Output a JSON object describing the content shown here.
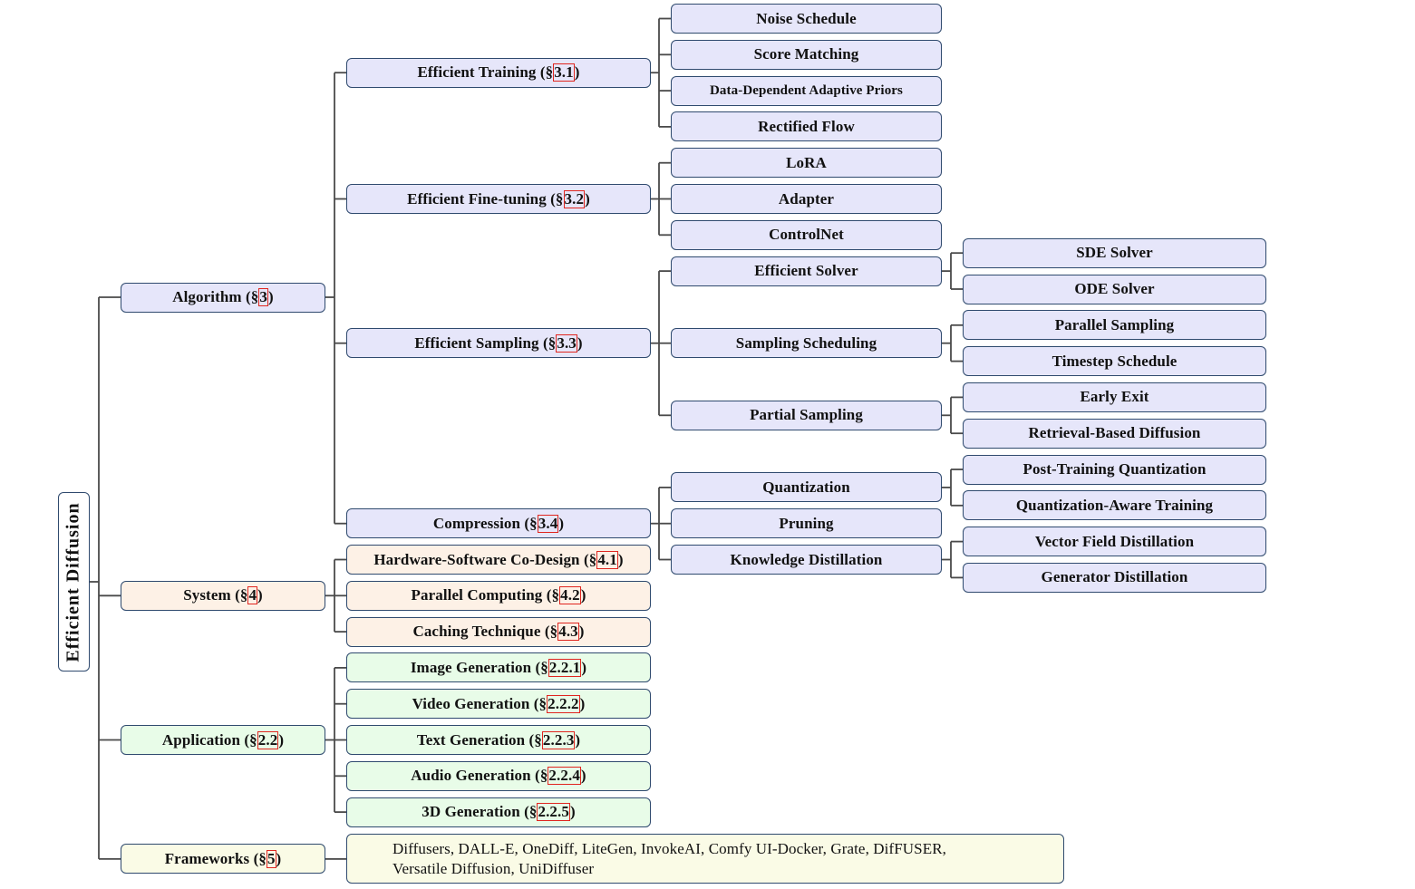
{
  "colors": {
    "algorithm": "#e6e6fa",
    "system": "#fdf1e6",
    "application": "#e8fce8",
    "frameworks": "#fafbe6",
    "border": "#2f4a6e",
    "wire": "#4a4a4a",
    "ref_box": "#e0261f"
  },
  "root": {
    "label": "Efficient Diffusion"
  },
  "tree": [
    {
      "id": "algorithm",
      "label": "Algorithm (§",
      "ref": "3",
      "close": ")",
      "color": "algorithm",
      "children": [
        {
          "id": "efficient-training",
          "label": "Efficient Training (§",
          "ref": "3.1",
          "close": ")",
          "children": [
            {
              "label": "Noise Schedule"
            },
            {
              "label": "Score Matching"
            },
            {
              "label": "Data-Dependent Adaptive Priors"
            },
            {
              "label": "Rectified Flow"
            }
          ]
        },
        {
          "id": "efficient-fine-tuning",
          "label": "Efficient Fine-tuning (§",
          "ref": "3.2",
          "close": ")",
          "children": [
            {
              "label": "LoRA"
            },
            {
              "label": "Adapter"
            },
            {
              "label": "ControlNet"
            }
          ]
        },
        {
          "id": "efficient-sampling",
          "label": "Efficient Sampling (§",
          "ref": "3.3",
          "close": ")",
          "children": [
            {
              "label": "Efficient Solver",
              "children": [
                {
                  "label": "SDE Solver"
                },
                {
                  "label": "ODE Solver"
                }
              ]
            },
            {
              "label": "Sampling Scheduling",
              "children": [
                {
                  "label": "Parallel Sampling"
                },
                {
                  "label": "Timestep Schedule"
                }
              ]
            },
            {
              "label": "Partial Sampling",
              "children": [
                {
                  "label": "Early Exit"
                },
                {
                  "label": "Retrieval-Based Diffusion"
                }
              ]
            }
          ]
        },
        {
          "id": "compression",
          "label": "Compression (§",
          "ref": "3.4",
          "close": ")",
          "children": [
            {
              "label": "Quantization",
              "children": [
                {
                  "label": "Post-Training Quantization"
                },
                {
                  "label": "Quantization-Aware Training"
                }
              ]
            },
            {
              "label": "Pruning"
            },
            {
              "label": "Knowledge Distillation",
              "children": [
                {
                  "label": "Vector Field Distillation"
                },
                {
                  "label": "Generator Distillation"
                }
              ]
            }
          ]
        }
      ]
    },
    {
      "id": "system",
      "label": "System (§",
      "ref": "4",
      "close": ")",
      "color": "system",
      "children": [
        {
          "id": "hw-sw-codesign",
          "label": "Hardware-Software Co-Design (§",
          "ref": "4.1",
          "close": ")"
        },
        {
          "id": "parallel-computing",
          "label": "Parallel Computing (§",
          "ref": "4.2",
          "close": ")"
        },
        {
          "id": "caching-technique",
          "label": "Caching Technique (§",
          "ref": "4.3",
          "close": ")"
        }
      ]
    },
    {
      "id": "application",
      "label": "Application (§",
      "ref": "2.2",
      "close": ")",
      "color": "application",
      "children": [
        {
          "id": "image-generation",
          "label": "Image Generation (§",
          "ref": "2.2.1",
          "close": ")"
        },
        {
          "id": "video-generation",
          "label": "Video Generation (§",
          "ref": "2.2.2",
          "close": ")"
        },
        {
          "id": "text-generation",
          "label": "Text Generation (§",
          "ref": "2.2.3",
          "close": ")"
        },
        {
          "id": "audio-generation",
          "label": "Audio Generation (§",
          "ref": "2.2.4",
          "close": ")"
        },
        {
          "id": "3d-generation",
          "label": "3D Generation (§",
          "ref": "2.2.5",
          "close": ")"
        }
      ]
    },
    {
      "id": "frameworks",
      "label": "Frameworks (§",
      "ref": "5",
      "close": ")",
      "color": "frameworks",
      "children": [
        {
          "id": "frameworks-list",
          "plain": true,
          "lines": [
            "Diffusers, DALL-E, OneDiff, LiteGen, InvokeAI, Comfy UI-Docker, Grate, DifFUSER,",
            "Versatile Diffusion, UniDiffuser"
          ]
        }
      ]
    }
  ]
}
